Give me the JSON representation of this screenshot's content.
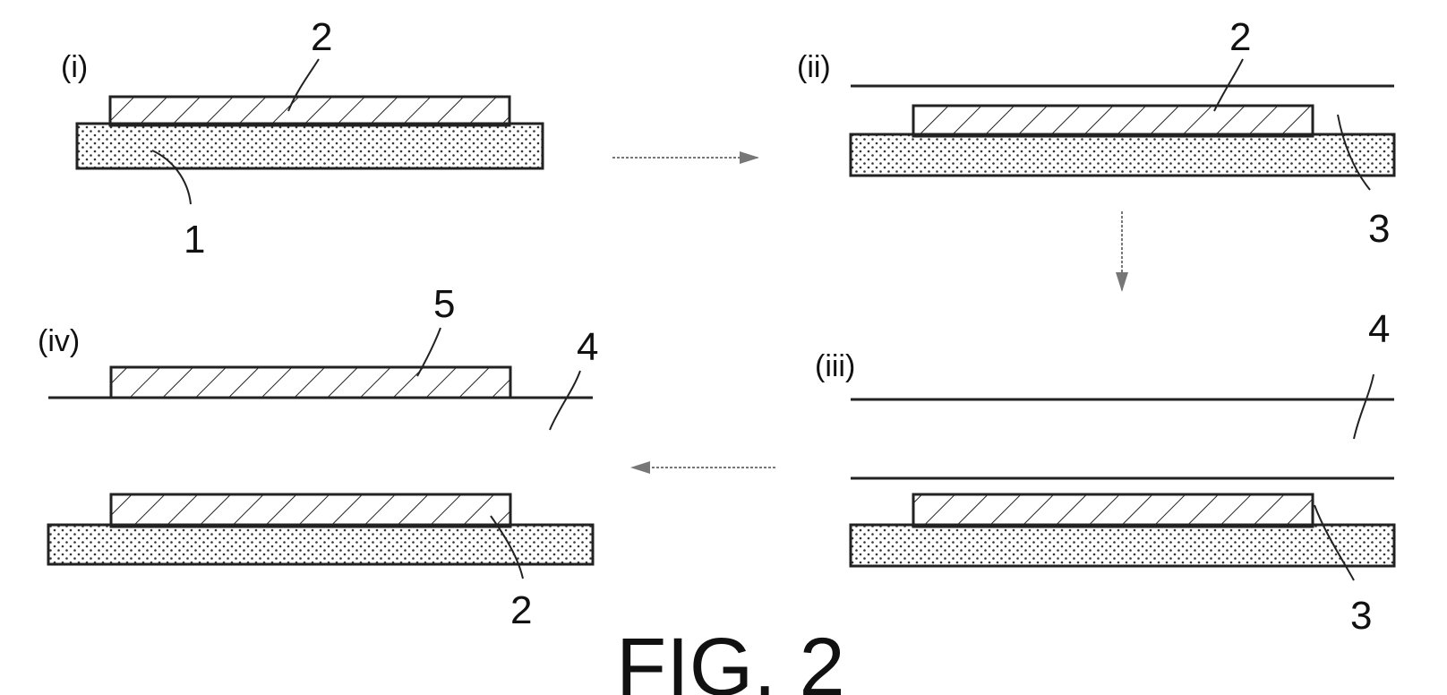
{
  "figure": {
    "title": "FIG. 2",
    "panels": [
      {
        "id": "i",
        "label": "(i)",
        "refs": [
          "2",
          "1"
        ]
      },
      {
        "id": "ii",
        "label": "(ii)",
        "refs": [
          "2",
          "3"
        ]
      },
      {
        "id": "iii",
        "label": "(iii)",
        "refs": [
          "4",
          "3"
        ]
      },
      {
        "id": "iv",
        "label": "(iv)",
        "refs": [
          "5",
          "4",
          "2"
        ]
      }
    ],
    "process_arrows": [
      "i-to-ii",
      "ii-to-iii",
      "iii-to-iv"
    ]
  }
}
